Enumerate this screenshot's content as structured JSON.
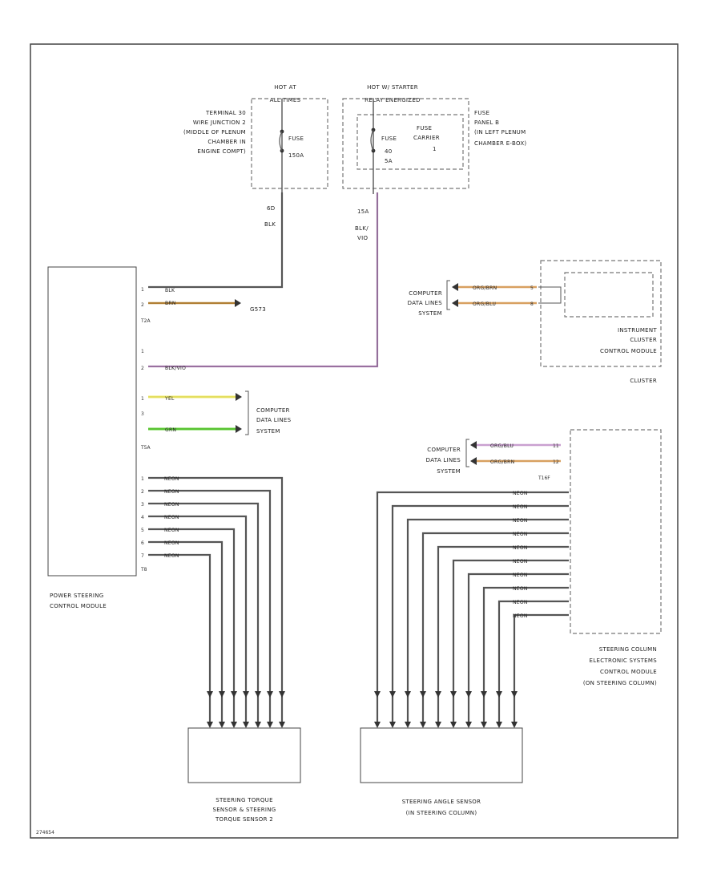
{
  "colors": {
    "frame": "#444444",
    "wire_black": "#555555",
    "wire_brown": "#c69440",
    "wire_violet": "#b07ab8",
    "wire_yellow": "#f2ee70",
    "wire_green": "#66d63a",
    "wire_orange_brown": "#d8a060"
  },
  "labels": {
    "hot_at_all_times": [
      "HOT AT",
      "ALL TIMES"
    ],
    "hot_starter": [
      "HOT W/ STARTER",
      "RELAY ENERGIZED"
    ],
    "terminal_junction": [
      "TERMINAL 30",
      "WIRE JUNCTION 2",
      "(MIDDLE OF PLENUM",
      "CHAMBER IN",
      "ENGINE COMPT)"
    ],
    "fuse_left": [
      "FUSE",
      "",
      "150A"
    ],
    "fuse_right": [
      "FUSE",
      "",
      "40",
      "5A"
    ],
    "fuse_right_box": [
      "FUSE",
      "CARRIER",
      "1"
    ],
    "fuse_panel": [
      "FUSE",
      "PANEL B",
      "(IN LEFT PLENUM",
      "CHAMBER E-BOX)"
    ],
    "wire_left_top": [
      "6D",
      "BLK"
    ],
    "wire_right_top": [
      "15A",
      "BLK/",
      "VIO"
    ],
    "pscm_wires": [
      {
        "pin": "1",
        "color": "BLK"
      },
      {
        "pin": "2",
        "color": "BRN"
      },
      {
        "pin": "1",
        "color": ""
      },
      {
        "pin": "2",
        "color": "BLK/VIO"
      },
      {
        "pin": "1",
        "color": "YEL"
      },
      {
        "pin": "3",
        "color": "GRN"
      }
    ],
    "conn_t2a": "T2A",
    "conn_t5a": "T5A",
    "conn_t8": "T8",
    "conn_t16f": "T16F",
    "ground": "G573",
    "pscm": [
      "POWER STEERING",
      "CONTROL MODULE"
    ],
    "computer_data_lines": [
      "COMPUTER",
      "DATA LINES",
      "SYSTEM"
    ],
    "cluster_wires": [
      {
        "pin": "5",
        "color": "ORG/BRN"
      },
      {
        "pin": "8",
        "color": "ORG/BLU"
      }
    ],
    "cluster_module": [
      "INSTRUMENT",
      "CLUSTER",
      "CONTROL MODULE"
    ],
    "cluster": "CLUSTER",
    "column_wires": [
      {
        "pin": "11",
        "color": "ORG/BLU"
      },
      {
        "pin": "12",
        "color": "ORG/BRN"
      }
    ],
    "neon": "NEON",
    "torque_sensor": [
      "STEERING TORQUE",
      "SENSOR & STEERING",
      "TORQUE SENSOR 2"
    ],
    "angle_sensor": [
      "STEERING ANGLE SENSOR",
      "(IN STEERING COLUMN)"
    ],
    "column_module": [
      "STEERING COLUMN",
      "ELECTRONIC SYSTEMS",
      "CONTROL MODULE",
      "(ON STEERING COLUMN)"
    ],
    "diagram_id": "274654"
  }
}
